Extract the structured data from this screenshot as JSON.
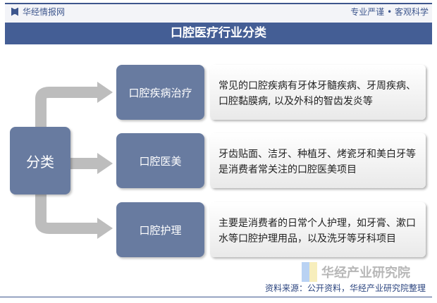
{
  "header": {
    "logo": "华经情报网",
    "slogan": "专业严谨 • 客观科学"
  },
  "title": "口腔医疗行业分类",
  "root": "分类",
  "categories": [
    {
      "label": "口腔疾病治疗",
      "desc": "常见的口腔疾病有牙体牙髓疾病、牙周疾病、口腔黏膜病, 以及外科的智齿发炎等"
    },
    {
      "label": "口腔医美",
      "desc": "牙齿贴面、洁牙、种植牙、烤瓷牙和美白牙等是消费者常关注的口腔医美项目"
    },
    {
      "label": "口腔护理",
      "desc": "主要是消费者的日常个人护理，如牙膏、漱口水等口腔护理用品，以及洗牙等牙科项目"
    }
  ],
  "watermark": "华经产业研究院",
  "footer": {
    "source": "资料来源：公开资料，华经产业研究院整理"
  }
}
